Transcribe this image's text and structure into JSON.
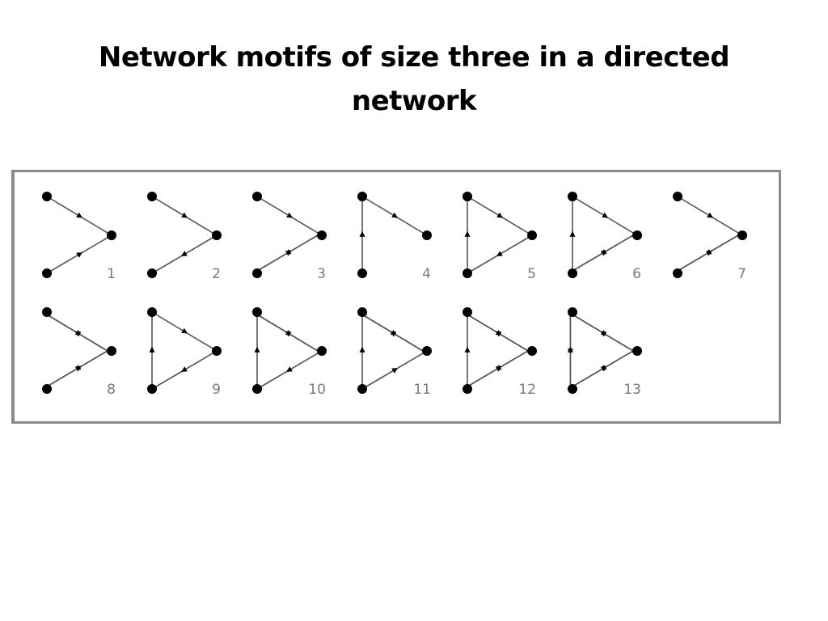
{
  "slide": {
    "title": "Network motifs of size three in a directed network"
  },
  "colors": {
    "title": "#000000",
    "box_border": "#8a8a8a",
    "edge": "#555555",
    "node": "#000000",
    "label": "#7a7a7a"
  },
  "motifs": [
    {
      "number": "1",
      "edges": [
        [
          "A",
          "B"
        ],
        [
          "C",
          "B"
        ]
      ]
    },
    {
      "number": "2",
      "edges": [
        [
          "A",
          "B"
        ],
        [
          "B",
          "C"
        ]
      ]
    },
    {
      "number": "3",
      "edges": [
        [
          "A",
          "B"
        ],
        [
          "B",
          "C"
        ],
        [
          "C",
          "B"
        ]
      ]
    },
    {
      "number": "4",
      "edges": [
        [
          "A",
          "B"
        ],
        [
          "C",
          "A"
        ]
      ]
    },
    {
      "number": "5",
      "edges": [
        [
          "A",
          "B"
        ],
        [
          "B",
          "C"
        ],
        [
          "C",
          "A"
        ]
      ]
    },
    {
      "number": "6",
      "edges": [
        [
          "A",
          "B"
        ],
        [
          "C",
          "A"
        ],
        [
          "B",
          "C"
        ],
        [
          "C",
          "B"
        ]
      ]
    },
    {
      "number": "7",
      "edges": [
        [
          "A",
          "B"
        ],
        [
          "B",
          "C"
        ],
        [
          "C",
          "B"
        ]
      ]
    },
    {
      "number": "8",
      "edges": [
        [
          "A",
          "B"
        ],
        [
          "B",
          "A"
        ],
        [
          "B",
          "C"
        ],
        [
          "C",
          "B"
        ]
      ]
    },
    {
      "number": "9",
      "edges": [
        [
          "A",
          "B"
        ],
        [
          "B",
          "C"
        ],
        [
          "C",
          "A"
        ]
      ]
    },
    {
      "number": "10",
      "edges": [
        [
          "A",
          "B"
        ],
        [
          "B",
          "A"
        ],
        [
          "B",
          "C"
        ],
        [
          "C",
          "A"
        ]
      ]
    },
    {
      "number": "11",
      "edges": [
        [
          "A",
          "B"
        ],
        [
          "B",
          "A"
        ],
        [
          "C",
          "B"
        ],
        [
          "C",
          "A"
        ]
      ]
    },
    {
      "number": "12",
      "edges": [
        [
          "A",
          "B"
        ],
        [
          "B",
          "A"
        ],
        [
          "B",
          "C"
        ],
        [
          "C",
          "B"
        ],
        [
          "C",
          "A"
        ]
      ]
    },
    {
      "number": "13",
      "edges": [
        [
          "A",
          "B"
        ],
        [
          "B",
          "A"
        ],
        [
          "B",
          "C"
        ],
        [
          "C",
          "B"
        ],
        [
          "A",
          "C"
        ],
        [
          "C",
          "A"
        ]
      ]
    }
  ]
}
